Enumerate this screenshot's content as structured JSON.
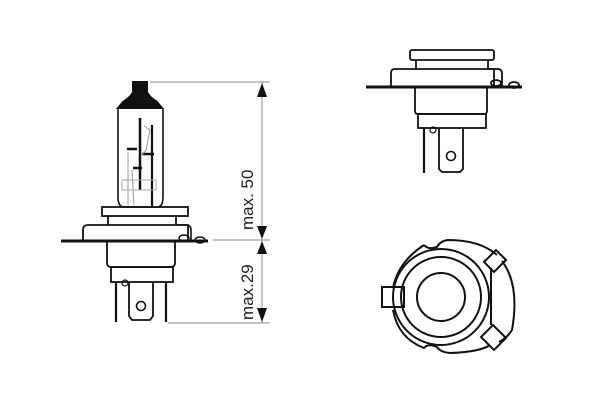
{
  "diagram": {
    "subject": "H4 halogen headlight bulb technical drawing",
    "views": [
      {
        "name": "side-view",
        "description": "Bulb side elevation with dimensions"
      },
      {
        "name": "base-side-view",
        "description": "Base/flange side view"
      },
      {
        "name": "base-bottom-view",
        "description": "Bottom view of base with three tabs"
      }
    ],
    "dimensions": {
      "upper_label": "max. 50",
      "lower_label": "max.29"
    },
    "colors": {
      "line": "#111111",
      "dimension_line": "#888888",
      "background": "#ffffff"
    }
  }
}
